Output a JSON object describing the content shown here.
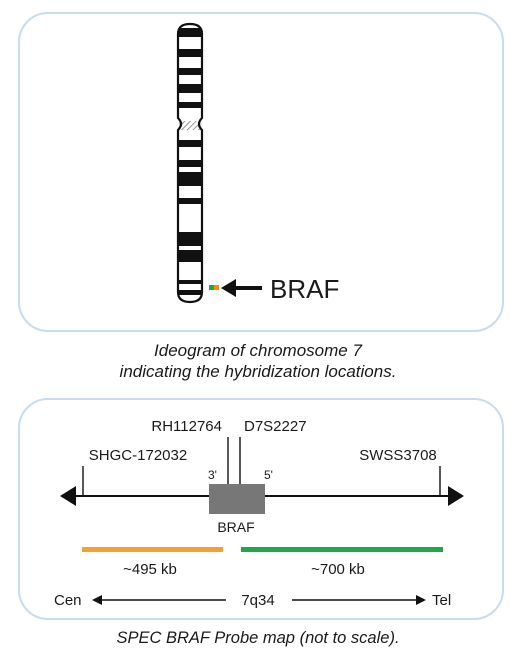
{
  "ideogram": {
    "gene_label": "BRAF",
    "caption_line1": "Ideogram of chromosome 7",
    "caption_line2": "indicating the hybridization locations.",
    "signal_colors": [
      "#2ea043",
      "#f28c1a"
    ]
  },
  "probe_map": {
    "markers": {
      "rh": "RH112764",
      "d7s": "D7S2227",
      "shgc": "SHGC-172032",
      "swss": "SWSS3708"
    },
    "end_3": "3'",
    "end_5": "5'",
    "gene_label": "BRAF",
    "probe_orange_label": "~495 kb",
    "probe_green_label": "~700 kb",
    "cen_label": "Cen",
    "tel_label": "Tel",
    "band_label": "7q34",
    "caption": "SPEC BRAF Probe map (not to scale).",
    "colors": {
      "orange": "#f5a030",
      "green": "#1fa84a",
      "gene_box": "#777777"
    }
  }
}
